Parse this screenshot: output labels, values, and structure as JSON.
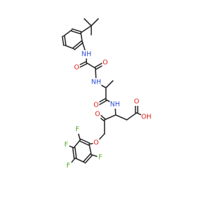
{
  "colors": {
    "bond": "#2b2b2b",
    "C": "#2b2b2b",
    "N": "#3050d8",
    "O": "#e0201a",
    "F": "#58a82a"
  },
  "atom_labels": {
    "nh_anilide": "NH",
    "o_amide1": "O",
    "o_amide2": "O",
    "nh_ala": "NH",
    "o_ala": "O",
    "nh_asp": "NH",
    "o_ketone": "O",
    "o_acid_dbl": "O",
    "oh_acid": "OH",
    "o_ether": "O",
    "f_1": "F",
    "f_2": "F",
    "f_3": "F",
    "f_4": "F"
  }
}
